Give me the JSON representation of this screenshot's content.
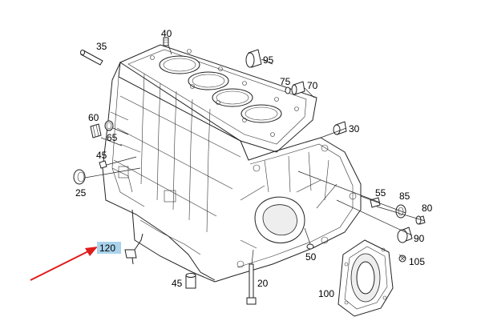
{
  "labels": {
    "l20": "20",
    "l25": "25",
    "l30": "30",
    "l35": "35",
    "l40": "40",
    "l45a": "45",
    "l45b": "45",
    "l50": "50",
    "l55": "55",
    "l60": "60",
    "l65": "65",
    "l70": "70",
    "l75": "75",
    "l80": "80",
    "l85": "85",
    "l90": "90",
    "l95": "95",
    "l100": "100",
    "l105": "105",
    "l120": "120"
  },
  "colors": {
    "highlight": "#a9d3ec",
    "arrow": "#e01b1b",
    "line": "#222222"
  }
}
